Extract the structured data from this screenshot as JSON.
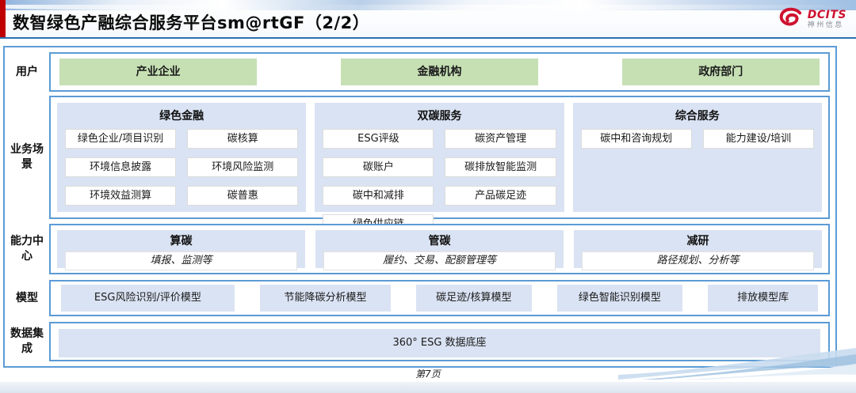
{
  "header": {
    "title": "数智绿色产融综合服务平台sm@rtGF（2/2）",
    "logo": {
      "brand": "DCITS",
      "subbrand": "神州信息"
    }
  },
  "rows": [
    {
      "label": "用户",
      "items": [
        "产业企业",
        "金融机构",
        "政府部门"
      ]
    },
    {
      "label": "业务场景",
      "columns": [
        {
          "title": "绿色金融",
          "items": [
            "绿色企业/项目识别",
            "碳核算",
            "环境信息披露",
            "环境风险监测",
            "环境效益测算",
            "碳普惠"
          ]
        },
        {
          "title": "双碳服务",
          "items": [
            "ESG评级",
            "碳资产管理",
            "碳账户",
            "碳排放智能监测",
            "碳中和减排",
            "产品碳足迹",
            "绿色供应链"
          ]
        },
        {
          "title": "综合服务",
          "items": [
            "碳中和咨询规划",
            "能力建设/培训"
          ]
        }
      ]
    },
    {
      "label": "能力中心",
      "items": [
        {
          "title": "算碳",
          "desc": "填报、监测等"
        },
        {
          "title": "管碳",
          "desc": "履约、交易、配额管理等"
        },
        {
          "title": "减研",
          "desc": "路径规划、分析等"
        }
      ]
    },
    {
      "label": "模型",
      "items": [
        "ESG风险识别/评价模型",
        "节能降碳分析模型",
        "碳足迹/核算模型",
        "绿色智能识别模型",
        "排放模型库"
      ]
    },
    {
      "label": "数据集成",
      "items": [
        "360° ESG 数据底座"
      ]
    }
  ],
  "footer": {
    "page": "第7页"
  },
  "colors": {
    "accent_red": "#c00000",
    "rule_blue": "#2c70b0",
    "border_blue": "#5b9bd5",
    "panel_blue": "#dae3f3",
    "user_green": "#c6e0b4",
    "logo_red": "#cf1230"
  }
}
